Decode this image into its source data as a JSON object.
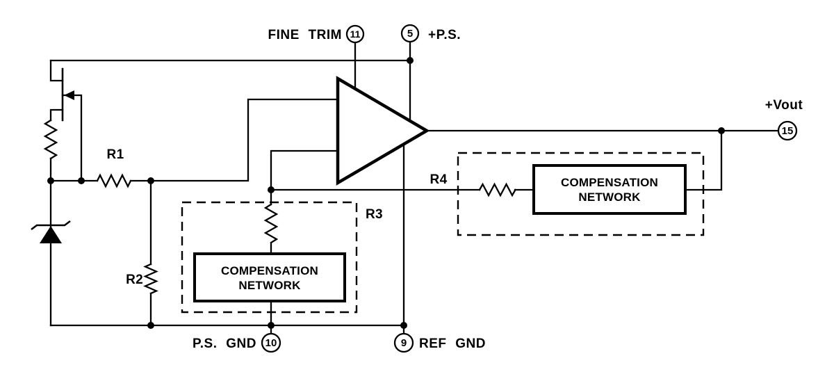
{
  "figure": {
    "type": "op-amp voltage reference schematic",
    "background_color": "#ffffff",
    "line_color": "#000000"
  },
  "pins": {
    "fine_trim": {
      "number": "11",
      "label": "FINE TRIM"
    },
    "positive_supply": {
      "number": "5",
      "label": "+P.S."
    },
    "output": {
      "number": "15",
      "label": "+Vout"
    },
    "power_supply_ground": {
      "number": "10",
      "label": "P.S. GND"
    },
    "reference_ground": {
      "number": "9",
      "label": "REF GND"
    }
  },
  "components": {
    "r1": {
      "label": "R1"
    },
    "r2": {
      "label": "R2"
    },
    "r3": {
      "label": "R3"
    },
    "r4": {
      "label": "R4"
    },
    "compensation_network_1": {
      "line1": "COMPENSATION",
      "line2": "NETWORK"
    },
    "compensation_network_2": {
      "line1": "COMPENSATION",
      "line2": "NETWORK"
    }
  }
}
